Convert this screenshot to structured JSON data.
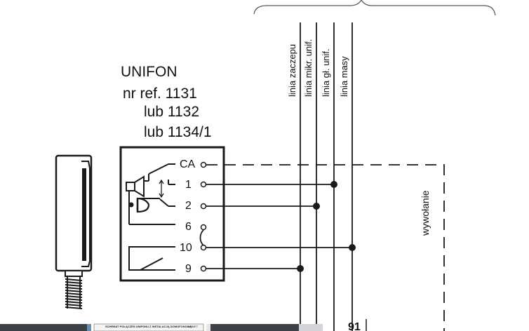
{
  "device": {
    "name": "UNIFON",
    "ref_line1": "nr ref. 1131",
    "ref_line2": "lub 1132",
    "ref_line3": "lub 1134/1"
  },
  "terminals": [
    {
      "label": "CA"
    },
    {
      "label": "1"
    },
    {
      "label": "2"
    },
    {
      "label": "6"
    },
    {
      "label": "10"
    },
    {
      "label": "9"
    }
  ],
  "bus_lines": [
    {
      "label": "linia zaczepu"
    },
    {
      "label": "linia mikr. unif."
    },
    {
      "label": "linia gł. unif."
    },
    {
      "label": "linia masy"
    }
  ],
  "call_label": "wywołanie",
  "bottom_strip": {
    "thumbnail_title": "SCHEMAT POŁĄCZEŃ UNIFONU Z INSTALACJĄ DOMOFONOWĄ",
    "thumbnail_tag": "URMET",
    "overlay_text": "91"
  },
  "colors": {
    "line": "#1a1a1a",
    "strip_dark": "#3d4148",
    "strip_light": "#d2d4d8"
  }
}
